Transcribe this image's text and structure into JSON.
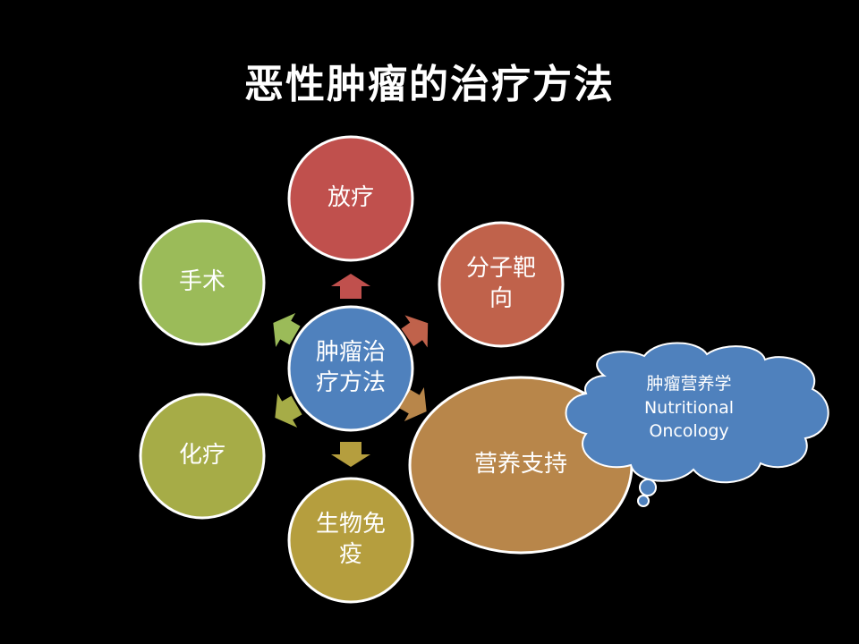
{
  "title": "恶性肿瘤的治疗方法",
  "nodes": {
    "center": "肿瘤治疗方法",
    "radiotherapy": "放疗",
    "targeted": "分子靶向",
    "nutrition": "营养支持",
    "biological": "生物免疫",
    "chemotherapy": "化疗",
    "surgery": "手术"
  },
  "callout": {
    "line1": "肿瘤营养学",
    "line2": "Nutritional",
    "line3": "Oncology"
  },
  "colors": {
    "center": "#4F81BD",
    "radiotherapy": "#C0504D",
    "targeted": "#C0624B",
    "nutrition": "#B8864A",
    "biological": "#B59E3E",
    "chemotherapy": "#A6AC47",
    "surgery": "#9BBB59",
    "callout": "#4F81BD"
  }
}
